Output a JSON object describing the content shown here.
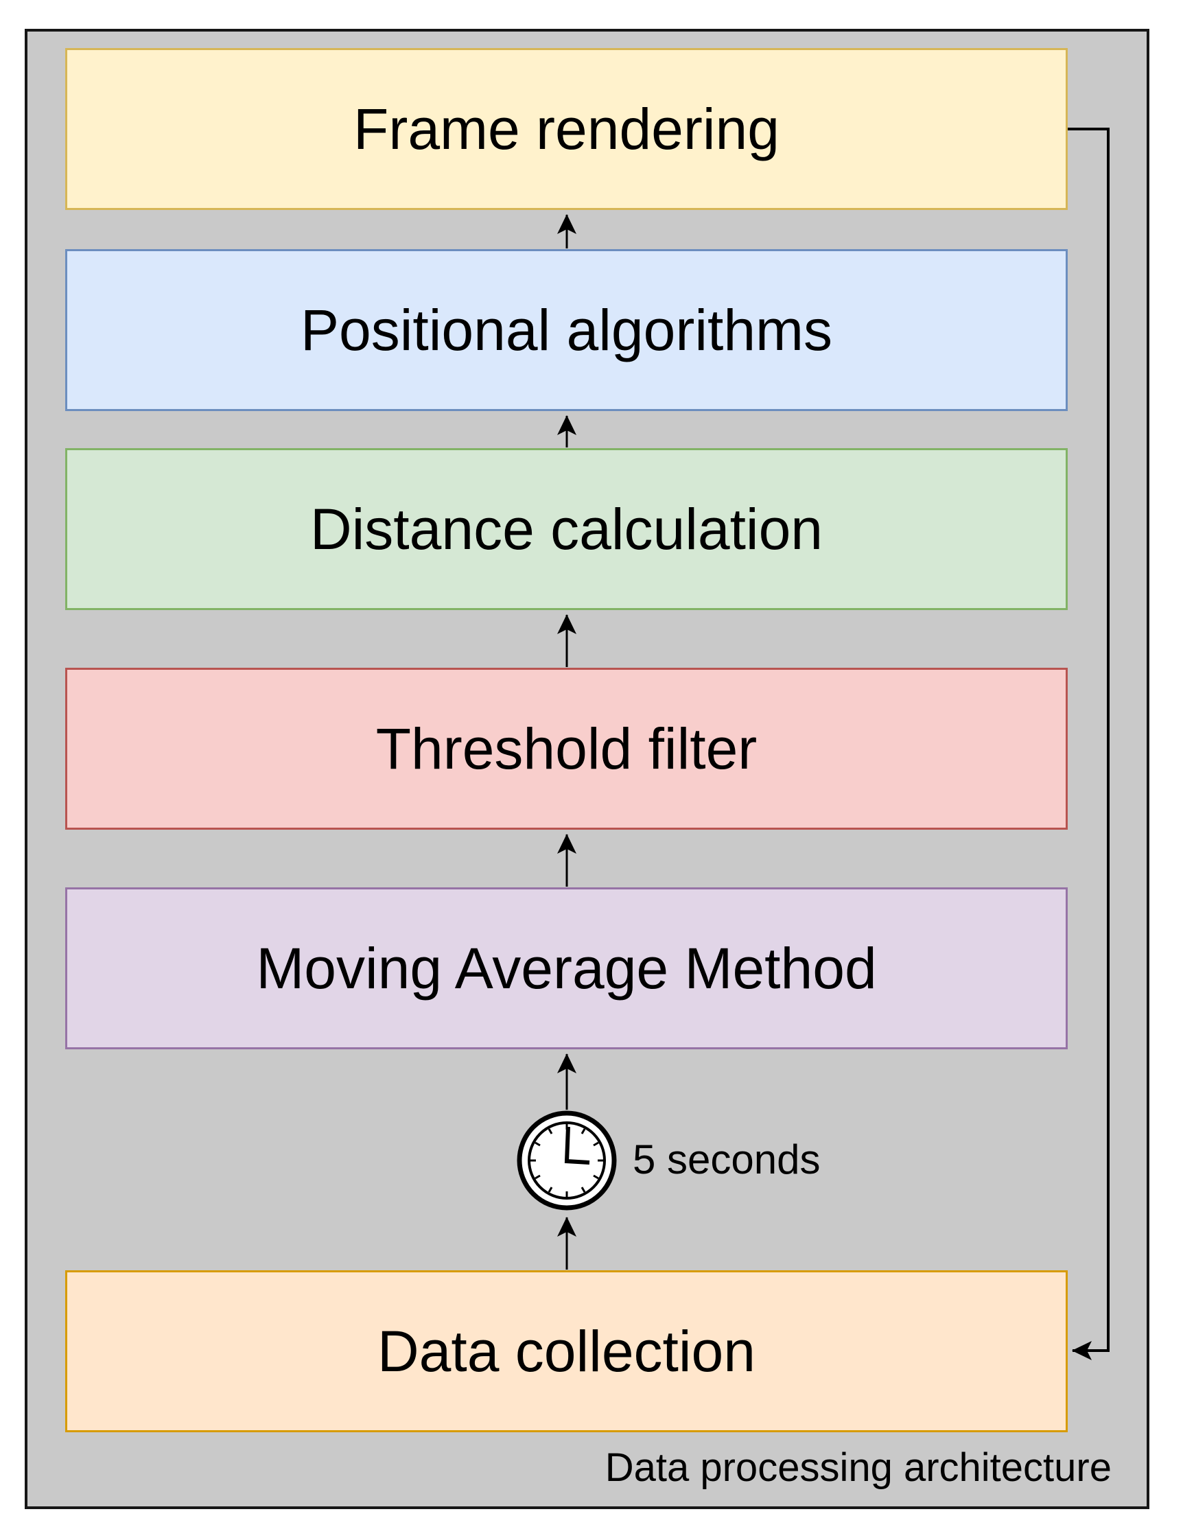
{
  "diagram": {
    "caption": "Data processing architecture",
    "background_color": "#c9c9c9",
    "outer_border_color": "#161616",
    "arrow_color": "#000000",
    "timer": {
      "label": "5 seconds",
      "icon": "clock-icon",
      "time_shown": "3:00"
    },
    "nodes": [
      {
        "label": "Frame rendering",
        "fill": "#fff2cc",
        "border_color": "#d6b656"
      },
      {
        "label": "Positional algorithms",
        "fill": "#dae8fc",
        "border_color": "#6c8ebf"
      },
      {
        "label": "Distance calculation",
        "fill": "#d5e8d4",
        "border_color": "#82b366"
      },
      {
        "label": "Threshold filter",
        "fill": "#f8cecc",
        "border_color": "#b85450"
      },
      {
        "label": "Moving Average Method",
        "fill": "#e1d5e7",
        "border_color": "#9673a6"
      },
      {
        "label": "Data collection",
        "fill": "#ffe6cc",
        "border_color": "#d79b00"
      }
    ],
    "flow": {
      "direction": "bottom-to-top",
      "feedback_edge": "Frame rendering to Data collection"
    }
  }
}
